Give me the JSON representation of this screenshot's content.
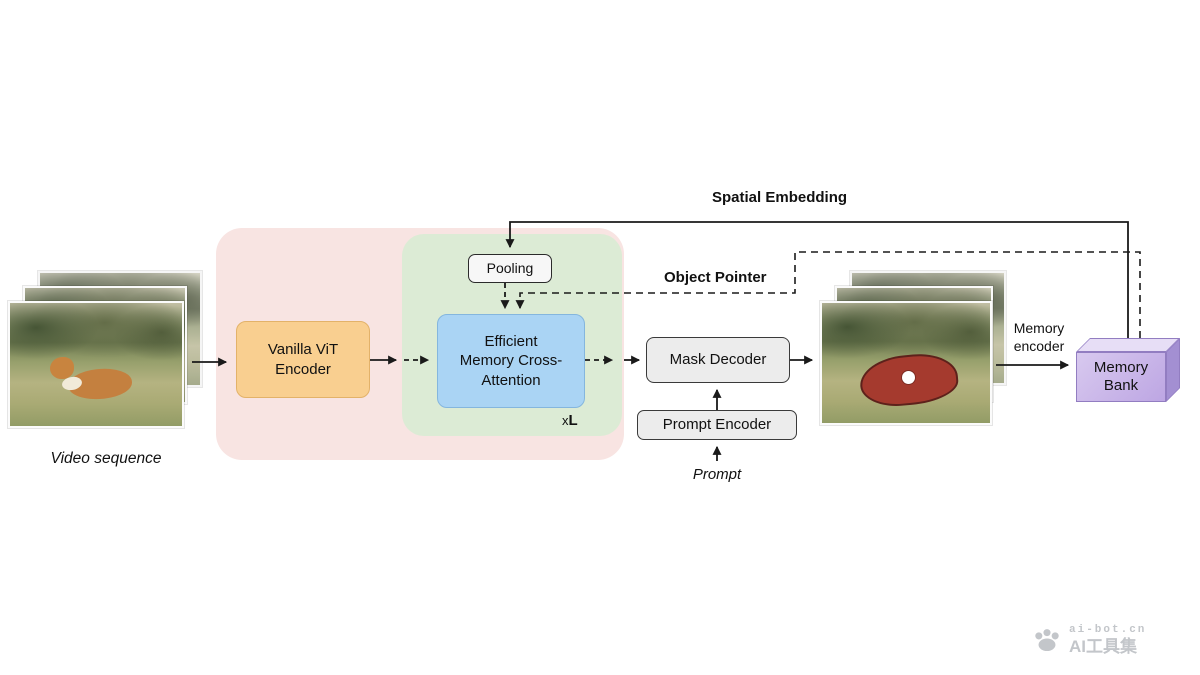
{
  "labels": {
    "spatial_embedding": "Spatial Embedding",
    "object_pointer": "Object Pointer",
    "video_sequence": "Video sequence",
    "prompt": "Prompt",
    "memory_encoder": "Memory\nencoder",
    "x_multiplier": "x",
    "l_multiplier": "L"
  },
  "blocks": {
    "vanilla_vit_encoder": "Vanilla ViT\nEncoder",
    "pooling": "Pooling",
    "efficient_memory_cross_attention": "Efficient\nMemory Cross-\nAttention",
    "mask_decoder": "Mask Decoder",
    "prompt_encoder": "Prompt Encoder",
    "memory_bank": "Memory\nBank"
  },
  "colors": {
    "encoder_container": "#f8e4e2",
    "attention_container": "#dcebd5",
    "vit_block": "#f9cf90",
    "attention_block": "#aad4f4",
    "decoder_block": "#ececec",
    "memory_bank_block": "#c3aee8",
    "mask_overlay": "#a53a2e"
  },
  "watermark": {
    "site": "ai-bot.cn",
    "name": "AI工具集"
  }
}
